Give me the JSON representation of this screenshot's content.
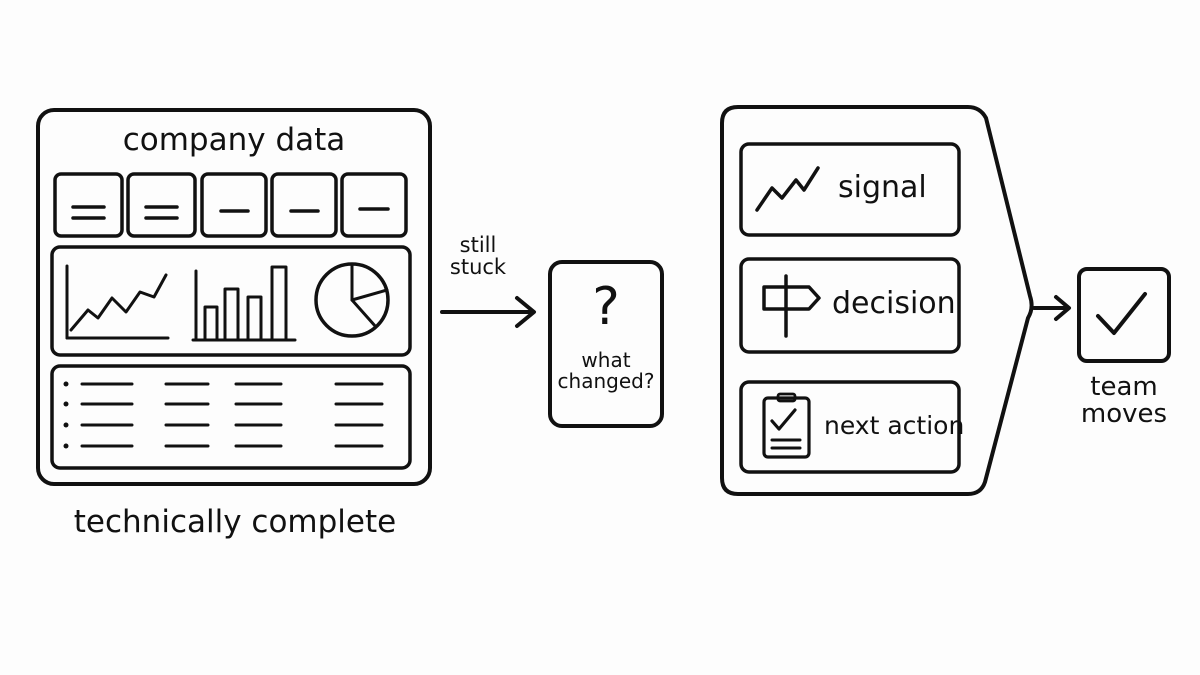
{
  "dashboard": {
    "title": "company data",
    "caption": "technically complete"
  },
  "arrow_label": {
    "line1": "still",
    "line2": "stuck"
  },
  "question": {
    "mark": "?",
    "line1": "what",
    "line2": "changed?"
  },
  "outputs": {
    "items": [
      {
        "label": "signal",
        "icon": "trend-line-icon"
      },
      {
        "label": "decision",
        "icon": "signpost-icon"
      },
      {
        "label": "next action",
        "icon": "clipboard-check-icon"
      }
    ]
  },
  "result": {
    "line1": "team",
    "line2": "moves",
    "icon": "checkmark-icon"
  }
}
